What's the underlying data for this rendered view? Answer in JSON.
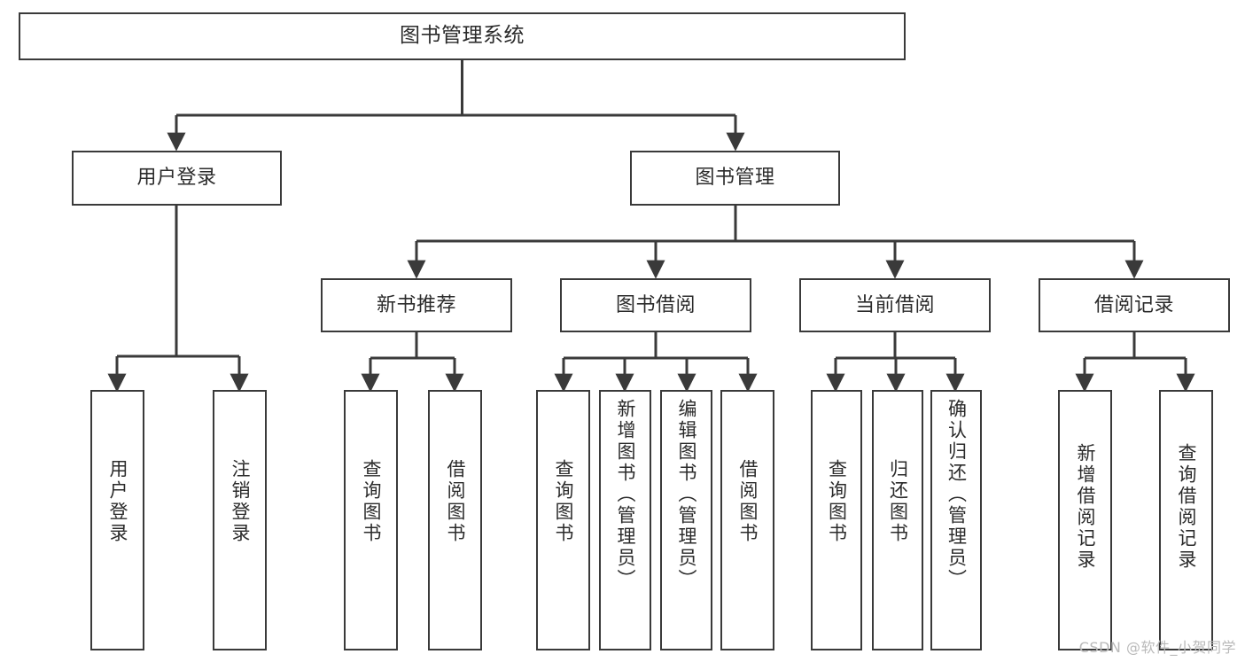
{
  "diagram": {
    "type": "tree-hierarchy",
    "title": "图书管理系统",
    "orientation": "top-down",
    "colors": {
      "node_border": "#3a3a3a",
      "node_fill": "#ffffff",
      "edge": "#3a3a3a",
      "text": "#2b2b2b",
      "watermark": "#b9b9b9",
      "background": "#ffffff"
    }
  },
  "watermark": "CSDN @软件_小贺同学",
  "nodes": {
    "root": {
      "label": "图书管理系统"
    },
    "level2": [
      {
        "label": "用户登录"
      },
      {
        "label": "图书管理"
      }
    ],
    "level3": [
      {
        "label": "新书推荐"
      },
      {
        "label": "图书借阅"
      },
      {
        "label": "当前借阅"
      },
      {
        "label": "借阅记录"
      }
    ],
    "leaves": {
      "user_login": [
        {
          "label": "用户登录"
        },
        {
          "label": "注销登录"
        }
      ],
      "new_book_recommend": [
        {
          "label": "查询图书"
        },
        {
          "label": "借阅图书"
        }
      ],
      "book_borrow": [
        {
          "label": "查询图书"
        },
        {
          "label": "新增图书（管理员）"
        },
        {
          "label": "编辑图书（管理员）"
        },
        {
          "label": "借阅图书"
        }
      ],
      "current_borrow": [
        {
          "label": "查询图书"
        },
        {
          "label": "归还图书"
        },
        {
          "label": "确认归还（管理员）"
        }
      ],
      "borrow_record": [
        {
          "label": "新增借阅记录"
        },
        {
          "label": "查询借阅记录"
        }
      ]
    }
  }
}
